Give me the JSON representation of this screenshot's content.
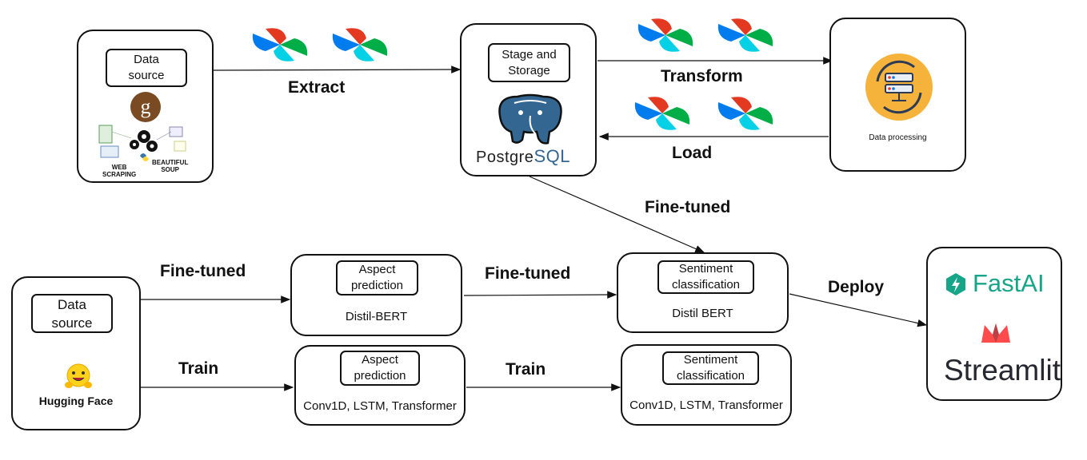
{
  "extract_stage": {
    "source_label": "Data\nsource",
    "scraping_caption_1": "WEB\nSCRAPING",
    "scraping_caption_2": "BEAUTIFUL\nSOUP"
  },
  "storage_stage": {
    "label": "Stage and\nStorage",
    "db_name_part1": "Postgre",
    "db_name_part2": "SQL"
  },
  "processing_stage": {
    "caption": "Data processing"
  },
  "edges": {
    "extract": "Extract",
    "transform": "Transform",
    "load": "Load",
    "fine_tuned_db": "Fine-tuned",
    "fine_tuned_hf": "Fine-tuned",
    "fine_tuned_mid": "Fine-tuned",
    "train_hf": "Train",
    "train_mid": "Train",
    "deploy": "Deploy"
  },
  "hf_source": {
    "label": "Data\nsource",
    "brand": "Hugging Face"
  },
  "aspect_bert": {
    "label": "Aspect\nprediction",
    "model": "Distil-BERT"
  },
  "sentiment_bert": {
    "label": "Sentiment\nclassification",
    "model": "Distil BERT"
  },
  "aspect_conv": {
    "label": "Aspect\nprediction",
    "model": "Conv1D, LSTM, Transformer"
  },
  "sentiment_conv": {
    "label": "Sentiment\nclassification",
    "model": "Conv1D, LSTM, Transformer"
  },
  "deploy_target": {
    "fastai": "FastAI",
    "streamlit": "Streamlit"
  },
  "colors": {
    "airflow_red": "#e43921",
    "airflow_blue": "#017cee",
    "airflow_teal": "#00ad46",
    "airflow_cyan": "#04d1e6",
    "postgres_blue": "#336791",
    "fastai_green": "#17a589",
    "streamlit_red": "#ff4b4b",
    "processing_orange": "#f6b33b"
  }
}
